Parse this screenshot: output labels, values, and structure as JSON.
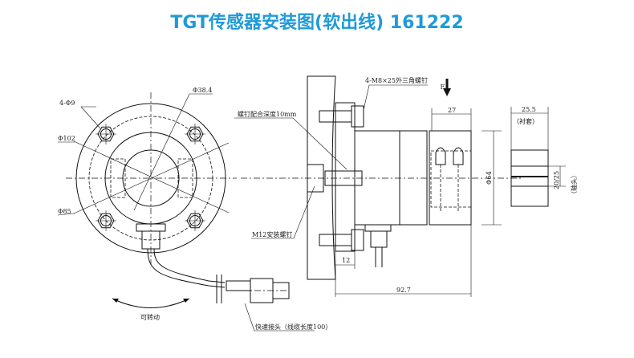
{
  "title": "TGT传感器安装图(软出线) 161222",
  "front_view": {
    "bolt_label": "4-Φ9",
    "d1": "Φ38.4",
    "d2": "Φ102",
    "d3": "Φ85",
    "rotate_label": "可转动"
  },
  "side_view": {
    "screw_label": "4-M8×25外三角螺钉",
    "depth_label": "螺钉配合深度10mm",
    "m12_label": "M12安装螺钉",
    "connector_label": "快速接头（线缆长度100）",
    "force_label": "F",
    "dim_27": "27",
    "dim_12": "12",
    "dim_92": "92.7",
    "dim_64": "Φ64"
  },
  "sleeve": {
    "dim": "25.5",
    "sleeve_label": "（衬套）",
    "shaft_dim": "20/25",
    "shaft_label": "（轴头）"
  }
}
